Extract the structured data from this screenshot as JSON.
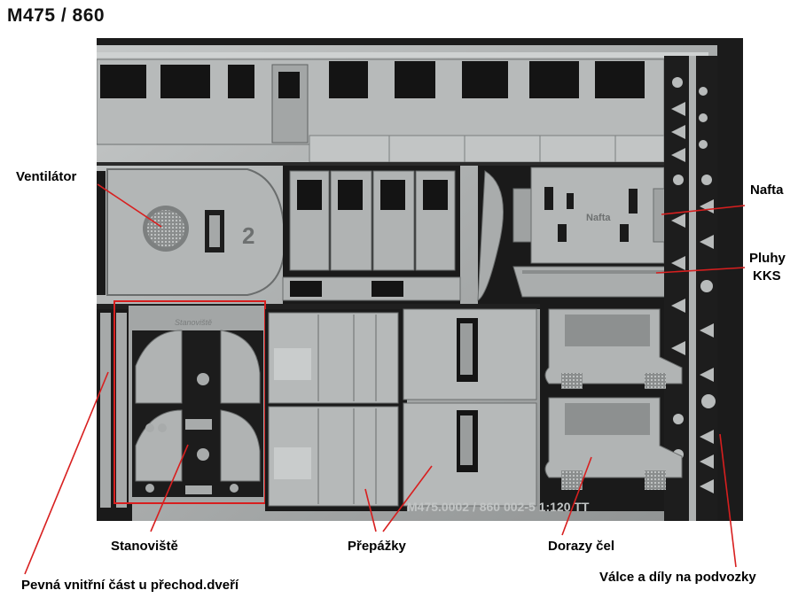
{
  "title": "M475 / 860",
  "photo": {
    "description_icon": "photo-etched-fret-image",
    "window_stamp": "2",
    "cab_stamp": "Stanoviště",
    "nafta_stamp": "Nafta",
    "fret_code": "M475.0002 / 860 002-5   1:120 TT",
    "metal_color": "#a8abab",
    "background_color": "#1b1b1b",
    "highlight_color": "#d81f1f"
  },
  "labels": {
    "ventilator": "Ventilátor",
    "nafta": "Nafta",
    "pluhy_kks": [
      "Pluhy",
      "KKS"
    ],
    "stanoviste": "Stanoviště",
    "prepazky": "Přepážky",
    "dorazy": "Dorazy čel",
    "pevna": "Pevná vnitřní část u přechod.dveří",
    "valce": "Válce a díly na podvozky"
  }
}
